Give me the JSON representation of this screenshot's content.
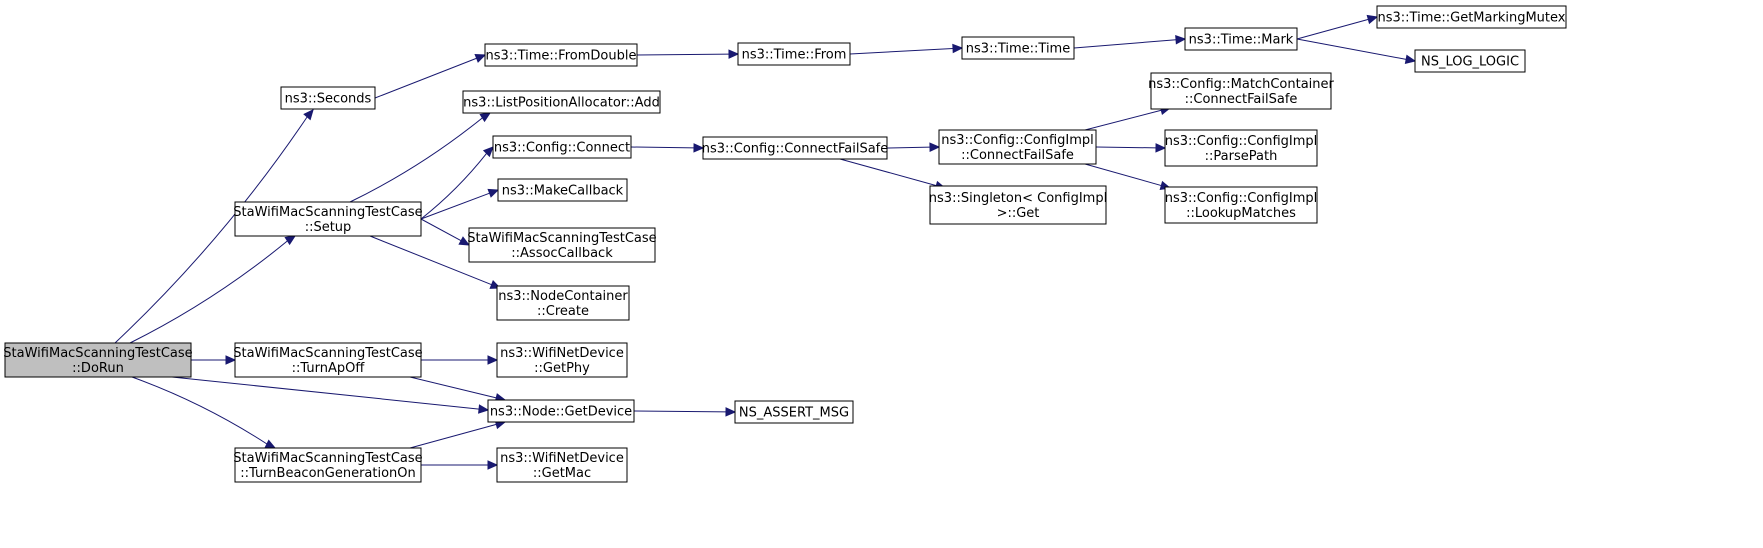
{
  "graph": {
    "nodes": [
      {
        "id": "dorun",
        "lines": [
          "StaWifiMacScanningTestCase",
          "::DoRun"
        ],
        "root": true
      },
      {
        "id": "seconds",
        "lines": [
          "ns3::Seconds"
        ]
      },
      {
        "id": "setup",
        "lines": [
          "StaWifiMacScanningTestCase",
          "::Setup"
        ]
      },
      {
        "id": "turnapoff",
        "lines": [
          "StaWifiMacScanningTestCase",
          "::TurnApOff"
        ]
      },
      {
        "id": "turnbeacon",
        "lines": [
          "StaWifiMacScanningTestCase",
          "::TurnBeaconGenerationOn"
        ]
      },
      {
        "id": "fromdouble",
        "lines": [
          "ns3::Time::FromDouble"
        ]
      },
      {
        "id": "listposadd",
        "lines": [
          "ns3::ListPositionAllocator::Add"
        ]
      },
      {
        "id": "configconnect",
        "lines": [
          "ns3::Config::Connect"
        ]
      },
      {
        "id": "makecallback",
        "lines": [
          "ns3::MakeCallback"
        ]
      },
      {
        "id": "assoccb",
        "lines": [
          "StaWifiMacScanningTestCase",
          "::AssocCallback"
        ]
      },
      {
        "id": "nccreate",
        "lines": [
          "ns3::NodeContainer",
          "::Create"
        ]
      },
      {
        "id": "getphy",
        "lines": [
          "ns3::WifiNetDevice",
          "::GetPhy"
        ]
      },
      {
        "id": "getdevice",
        "lines": [
          "ns3::Node::GetDevice"
        ]
      },
      {
        "id": "getmac",
        "lines": [
          "ns3::WifiNetDevice",
          "::GetMac"
        ]
      },
      {
        "id": "timefrom",
        "lines": [
          "ns3::Time::From"
        ]
      },
      {
        "id": "connectfailsafe",
        "lines": [
          "ns3::Config::ConnectFailSafe"
        ]
      },
      {
        "id": "assertmsg",
        "lines": [
          "NS_ASSERT_MSG"
        ]
      },
      {
        "id": "timetime",
        "lines": [
          "ns3::Time::Time"
        ]
      },
      {
        "id": "implconnect",
        "lines": [
          "ns3::Config::ConfigImpl",
          "::ConnectFailSafe"
        ]
      },
      {
        "id": "singleton",
        "lines": [
          "ns3::Singleton< ConfigImpl",
          " >::Get"
        ]
      },
      {
        "id": "timemark",
        "lines": [
          "ns3::Time::Mark"
        ]
      },
      {
        "id": "matchconnect",
        "lines": [
          "ns3::Config::MatchContainer",
          "::ConnectFailSafe"
        ]
      },
      {
        "id": "parsepath",
        "lines": [
          "ns3::Config::ConfigImpl",
          "::ParsePath"
        ]
      },
      {
        "id": "lookup",
        "lines": [
          "ns3::Config::ConfigImpl",
          "::LookupMatches"
        ]
      },
      {
        "id": "markmutex",
        "lines": [
          "ns3::Time::GetMarkingMutex"
        ]
      },
      {
        "id": "nslog",
        "lines": [
          "NS_LOG_LOGIC"
        ]
      }
    ],
    "edges": [
      {
        "from": "dorun",
        "to": "seconds"
      },
      {
        "from": "dorun",
        "to": "setup"
      },
      {
        "from": "dorun",
        "to": "turnapoff"
      },
      {
        "from": "dorun",
        "to": "getdevice"
      },
      {
        "from": "dorun",
        "to": "turnbeacon"
      },
      {
        "from": "seconds",
        "to": "fromdouble"
      },
      {
        "from": "fromdouble",
        "to": "timefrom"
      },
      {
        "from": "timefrom",
        "to": "timetime"
      },
      {
        "from": "timetime",
        "to": "timemark"
      },
      {
        "from": "timemark",
        "to": "markmutex"
      },
      {
        "from": "timemark",
        "to": "nslog"
      },
      {
        "from": "setup",
        "to": "listposadd"
      },
      {
        "from": "setup",
        "to": "configconnect"
      },
      {
        "from": "setup",
        "to": "makecallback"
      },
      {
        "from": "setup",
        "to": "assoccb"
      },
      {
        "from": "setup",
        "to": "nccreate"
      },
      {
        "from": "configconnect",
        "to": "connectfailsafe"
      },
      {
        "from": "connectfailsafe",
        "to": "implconnect"
      },
      {
        "from": "connectfailsafe",
        "to": "singleton"
      },
      {
        "from": "implconnect",
        "to": "matchconnect"
      },
      {
        "from": "implconnect",
        "to": "parsepath"
      },
      {
        "from": "implconnect",
        "to": "lookup"
      },
      {
        "from": "turnapoff",
        "to": "getphy"
      },
      {
        "from": "turnapoff",
        "to": "getdevice"
      },
      {
        "from": "turnbeacon",
        "to": "getdevice"
      },
      {
        "from": "turnbeacon",
        "to": "getmac"
      },
      {
        "from": "getdevice",
        "to": "assertmsg"
      }
    ]
  }
}
